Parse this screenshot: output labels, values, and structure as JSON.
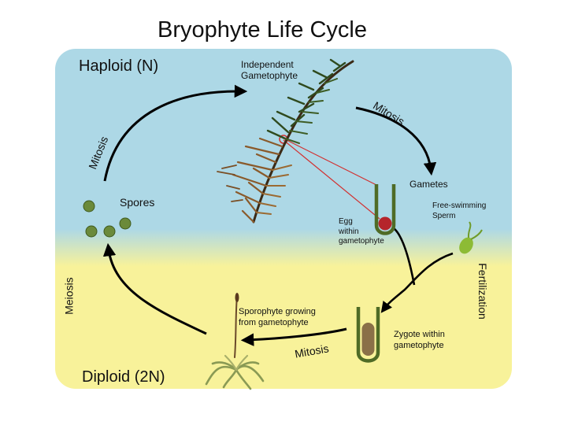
{
  "title": "Bryophyte Life Cycle",
  "regions": {
    "haploid": "Haploid (N)",
    "diploid": "Diploid (2N)"
  },
  "stages": {
    "gametophyte": [
      "Independent",
      "Gametophyte"
    ],
    "gametes": "Gametes",
    "sperm": [
      "Free-swimming",
      "Sperm"
    ],
    "egg": [
      "Egg",
      "within",
      "gametophyte"
    ],
    "zygote": [
      "Zygote within",
      "gametophyte"
    ],
    "sporophyte": [
      "Sporophyte growing",
      "from gametophyte"
    ],
    "spores": "Spores"
  },
  "processes": {
    "mitosis_top_right": "Mitosis",
    "mitosis_left": "Mitosis",
    "mitosis_bottom": "Mitosis",
    "meiosis": "Meiosis",
    "fertilization": "Fertilization"
  },
  "colors": {
    "haploid_bg": "#add8e6",
    "diploid_bg": "#f8f29a",
    "arrow": "#000000",
    "spore": "#6b8a3a",
    "egg": "#b5252b",
    "sperm": "#8dbb35",
    "pointer_line": "#d23030",
    "moss_dark": "#2f4a1e",
    "moss_brown": "#8a5a2b"
  }
}
